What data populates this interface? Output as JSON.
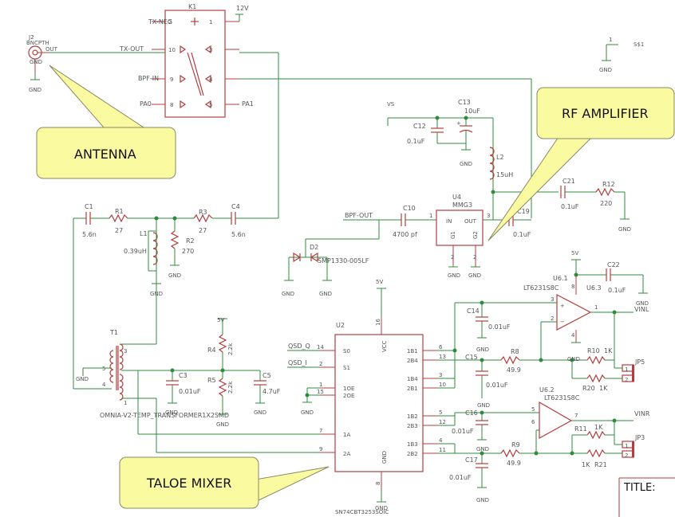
{
  "connectors": {
    "k1": "K1",
    "k1_tx_neg": "TX-NEG",
    "k1_tx_out": "TX-OUT",
    "k1_bpf_in": "BPF-IN",
    "k1_pa0": "PA0",
    "k1_pa1": "PA1",
    "k1_pin1": "1",
    "k1_pin2": "2",
    "k1_pin3": "3",
    "k1_pin4": "4",
    "k1_pin5": "5",
    "k1_pin8": "8",
    "k1_pin9": "9",
    "k1_pin10": "10",
    "v12": "12V",
    "j2": "J2",
    "bncpth": "BNCPTH",
    "bnc_out": "OUT",
    "bnc_gnd": "GND",
    "s1_pin": "1",
    "s1": "S$1"
  },
  "filter": {
    "c1": "C1",
    "c1v": "5.6n",
    "r1": "R1",
    "r1v": "27",
    "l1": "L1",
    "l1v": "0.39uH",
    "r2": "R2",
    "r2v": "270",
    "r3": "R3",
    "r3v": "27",
    "c4": "C4",
    "c4v": "5.6n"
  },
  "amp": {
    "bpf_out": "BPF-OUT",
    "c10": "C10",
    "c10v": "4700 pf",
    "c12": "C12",
    "c12v": "0.1uF",
    "c13": "C13",
    "c13v": "10uF",
    "l2": "L2",
    "l2v": "15uH",
    "u4": "U4",
    "u4v": "MMG3",
    "u4_in": "IN",
    "u4_out": "OUT",
    "u4_g1": "G1",
    "u4_g2": "G2",
    "u4_p1": "1",
    "u4_p2": "2",
    "u4_p3": "3",
    "c19": "C19",
    "c19v": "0.1uF",
    "c21": "C21",
    "c21v": "0.1uF",
    "r12": "R12",
    "r12v": "220",
    "d2": "D2",
    "d2v": "SMP1330-005LF",
    "vs": "VS"
  },
  "mixer": {
    "t1": "T1",
    "t1v": "OMNIA-V2-TEMP_TRANSFORMER1X2SMD",
    "t1_p1": "1",
    "t1_p3": "3",
    "t1_p4": "4",
    "t1_p5": "5",
    "r4": "R4",
    "r4v": "2.2k",
    "r5": "R5",
    "r5v": "2.2k",
    "c3": "C3",
    "c3v": "0.01uF",
    "c5": "C5",
    "c5v": "4.7uF",
    "v5": "5V",
    "u2": "U2",
    "u2v": "SN74CBT3253SOIC",
    "qsd_q": "QSD_Q",
    "qsd_i": "QSD_I",
    "s0": "S0",
    "s1": "S1",
    "oe1": "1OE",
    "oe2": "2OE",
    "a1": "1A",
    "a2": "2A",
    "vcc": "VCC",
    "gndpin": "GND",
    "b1_1": "1B1",
    "b1_4": "2B4",
    "b1_4b": "1B4",
    "b2_1": "2B1",
    "b1_2": "1B2",
    "b2_3": "2B3",
    "b1_3": "1B3",
    "b2_2": "2B2",
    "p14": "14",
    "p2": "2",
    "p1": "1",
    "p15": "15",
    "p7": "7",
    "p9": "9",
    "p16": "16",
    "p8": "8",
    "p6": "6",
    "p13": "13",
    "p3": "3",
    "p10": "10",
    "p5": "5",
    "p12": "12",
    "p4": "4",
    "p11": "11"
  },
  "baseband": {
    "c14": "C14",
    "c14v": "0.01uF",
    "c15": "C15",
    "c15v": "0.01uF",
    "c16": "C16",
    "c16v": "0.01uF",
    "c17": "C17",
    "c17v": "0.01uF",
    "r8": "R8",
    "r8v": "49.9",
    "r9": "R9",
    "r9v": "49.9",
    "r10": "R10",
    "r10v": "1K",
    "r20": "R20",
    "r20v": "1K",
    "r11": "R11",
    "r11v": "1K",
    "r21": "R21",
    "r21v": "1K",
    "u61": "U6.1",
    "u61v": "LT6231S8C",
    "u62": "U6.2",
    "u62v": "LT6231S8C",
    "u63": "U6.3",
    "c22": "C22",
    "c22v": "0.1uF",
    "vinl": "VINL",
    "vinr": "VINR",
    "jp5": "JP5",
    "jp3": "JP3",
    "op_p1": "1",
    "op_p2": "2",
    "op_p3": "3",
    "op_p4": "4",
    "op_p5": "5",
    "op_p6": "6",
    "op_p7": "7",
    "op_p8": "8",
    "jp_p1": "1",
    "jp_p2": "2",
    "v5": "5V"
  },
  "gnd": "GND",
  "callouts": {
    "antenna": "ANTENNA",
    "rf_amp": "RF AMPLIFIER",
    "mixer": "TALOE MIXER"
  },
  "title": "TITLE:"
}
